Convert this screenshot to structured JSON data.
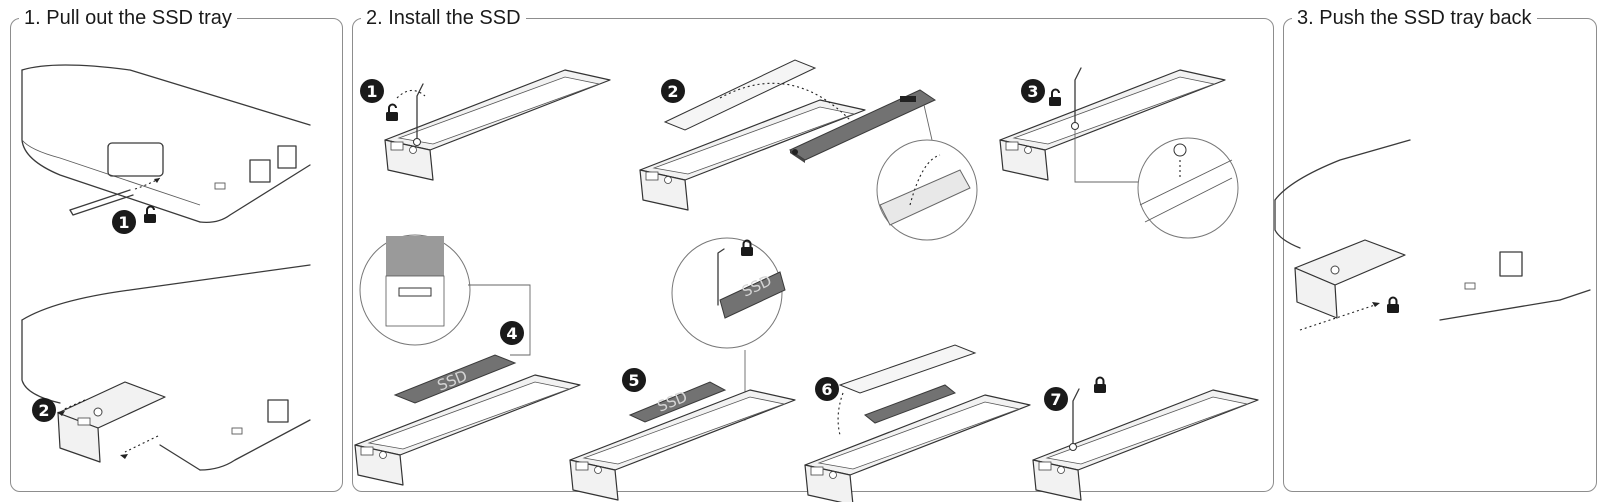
{
  "panels": [
    {
      "title": "1. Pull out the SSD tray"
    },
    {
      "title": "2. Install the SSD"
    },
    {
      "title": "3. Push the SSD tray back"
    }
  ],
  "step_badges": [
    "1",
    "2",
    "1",
    "2",
    "3",
    "4",
    "5",
    "6",
    "7"
  ],
  "ssd_label": "SSD",
  "icons": [
    "unlock-icon",
    "lock-icon",
    "screw-icon",
    "device-port-icon"
  ],
  "colors": {
    "border": "#8d8d8d",
    "badge": "#1a1a1a",
    "ssd": "#727272"
  }
}
